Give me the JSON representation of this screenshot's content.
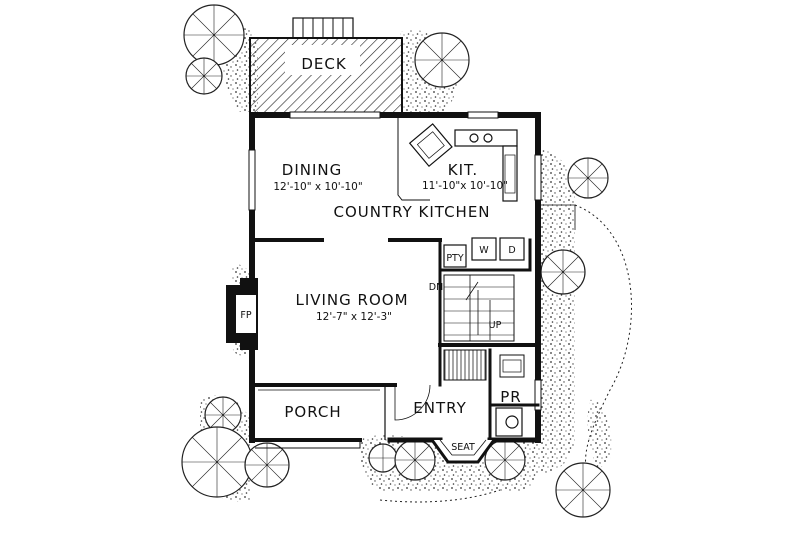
{
  "plan": {
    "deck": "DECK",
    "dining": {
      "name": "DINING",
      "size": "12'-10\" x 10'-10\""
    },
    "kitchen": {
      "name": "KIT.",
      "size": "11'-10\"x 10'-10\""
    },
    "country_kitchen": "COUNTRY KITCHEN",
    "living": {
      "name": "LIVING ROOM",
      "size": "12'-7\" x 12'-3\""
    },
    "fireplace": "FP",
    "pantry": "PTY",
    "washer": "W",
    "dryer": "D",
    "stair_down": "DN",
    "stair_up": "UP",
    "porch": "PORCH",
    "entry": "ENTRY",
    "powder_room": "PR",
    "seat": "SEAT"
  }
}
